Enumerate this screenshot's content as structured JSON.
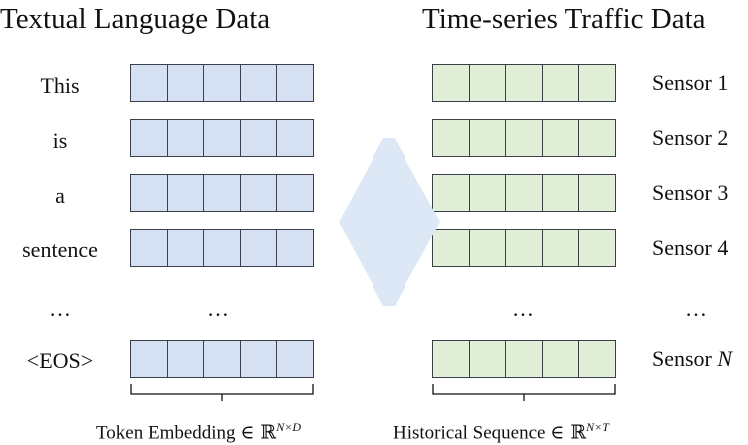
{
  "left_panel": {
    "title": "Textual Language Data",
    "words": [
      "This",
      "is",
      "a",
      "sentence"
    ],
    "ellipsis": "…",
    "last_word": "<EOS>",
    "caption_text": "Token Embedding",
    "caption_symbol": "∈ ℝ",
    "caption_sup": "N×D",
    "vector_color": "#d6e0f3"
  },
  "right_panel": {
    "title": "Time-series Traffic Data",
    "sensors": [
      "Sensor 1",
      "Sensor 2",
      "Sensor 3",
      "Sensor 4"
    ],
    "ellipsis": "…",
    "last_sensor_prefix": "Sensor",
    "last_sensor_var": "N",
    "caption_text": "Historical Sequence",
    "caption_symbol": "∈ ℝ",
    "caption_sup": "N×T",
    "vector_color": "#e1efd9"
  },
  "center": {
    "arrow_color": "#dce8f5"
  }
}
